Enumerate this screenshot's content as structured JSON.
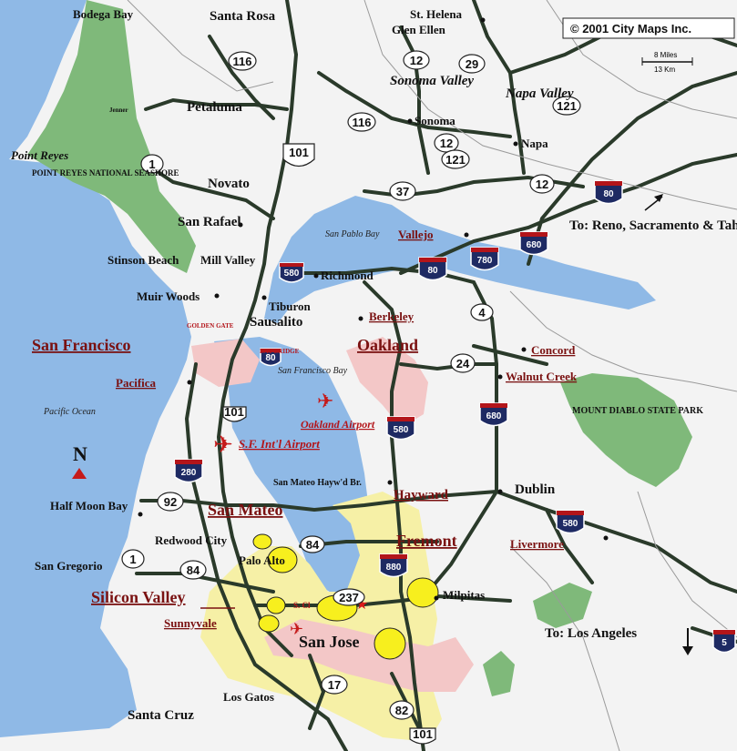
{
  "copyright": "© 2001 City Maps Inc.",
  "scale": {
    "miles": "8 Miles",
    "km": "13 Km"
  },
  "north": "N",
  "colors": {
    "ocean": "#8fb9e6",
    "land": "#f3f3f3",
    "park": "#7fb97a",
    "urban": "#f3c7c7",
    "valley": "#f6f0a6",
    "road": "#2a3a2a",
    "shield": "#1e2a63",
    "shield_top": "#b3151a",
    "marker": "#f7ef1e",
    "airport": "#c51a1a"
  },
  "labels": {
    "bodega_bay": "Bodega Bay",
    "santa_rosa": "Santa Rosa",
    "st_helena": "St. Helena",
    "glen_ellen": "Glen Ellen",
    "sonoma_valley": "Sonoma Valley",
    "napa_valley": "Napa Valley",
    "sonoma": "Sonoma",
    "napa": "Napa",
    "petaluma": "Petaluma",
    "jenner": "Jenner",
    "point_reyes": "Point Reyes",
    "point_reyes_ns": "POINT REYES NATIONAL SEASHORE",
    "novato": "Novato",
    "san_rafael": "San Rafael",
    "stinson_beach": "Stinson Beach",
    "mill_valley": "Mill Valley",
    "muir_woods": "Muir Woods",
    "tiburon": "Tiburon",
    "sausalito": "Sausalito",
    "golden_gate": "GOLDEN GATE",
    "san_francisco": "San Francisco",
    "pacifica": "Pacifica",
    "pacific_ocean": "Pacific Ocean",
    "bay_bridge": "BAY BRIDGE",
    "sf_bay": "San Francisco Bay",
    "san_pablo_bay": "San Pablo Bay",
    "vallejo": "Vallejo",
    "richmond": "Richmond",
    "berkeley": "Berkeley",
    "oakland": "Oakland",
    "oakland_airport": "Oakland Airport",
    "sf_airport": "S.F. Int'l Airport",
    "concord": "Concord",
    "walnut_creek": "Walnut Creek",
    "mount_diablo": "MOUNT DIABLO STATE PARK",
    "to_reno": "To: Reno, Sacramento & Tahoe",
    "half_moon_bay": "Half Moon Bay",
    "san_mateo": "San Mateo",
    "san_mateo_bridge": "San Mateo Hayw'd Br.",
    "hayward": "Hayward",
    "dublin": "Dublin",
    "livermore": "Livermore",
    "fremont": "Fremont",
    "redwood_city": "Redwood City",
    "palo_alto": "Palo Alto",
    "san_gregorio": "San Gregorio",
    "silicon_valley": "Silicon Valley",
    "sunnyvale": "Sunnyvale",
    "santa_clara": "S. Cl",
    "milpitas": "Milpitas",
    "san_jose": "San Jose",
    "to_la": "To: Los Angeles",
    "los_gatos": "Los Gatos",
    "santa_cruz": "Santa Cruz"
  },
  "routes": {
    "r116a": "116",
    "r116b": "116",
    "r12a": "12",
    "r12b": "12",
    "r12c": "12",
    "r29": "29",
    "r121a": "121",
    "r121b": "121",
    "r101a": "101",
    "r101b": "101",
    "r101c": "101",
    "r1a": "1",
    "r1b": "1",
    "r37": "37",
    "r4": "4",
    "r24": "24",
    "r92": "92",
    "r84a": "84",
    "r84b": "84",
    "r17": "17",
    "r82": "82",
    "r237": "237",
    "i80a": "80",
    "i80b": "80",
    "i80c": "80",
    "i680a": "680",
    "i680b": "680",
    "i780": "780",
    "i580a": "580",
    "i580b": "580",
    "i580c": "580",
    "i280": "280",
    "i880": "880",
    "i5": "5"
  }
}
